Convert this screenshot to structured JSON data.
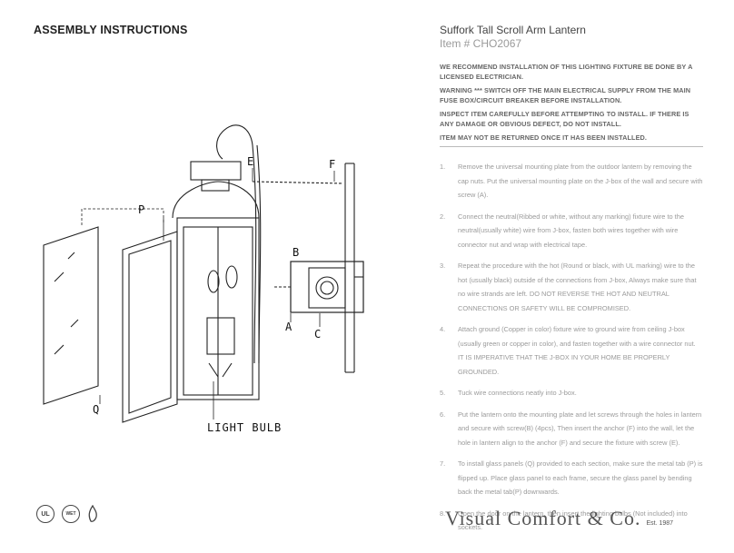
{
  "heading": "ASSEMBLY INSTRUCTIONS",
  "product": {
    "title": "Suffork Tall Scroll Arm Lantern",
    "item_number": "Item # CHO2067"
  },
  "warnings": [
    "WE RECOMMEND INSTALLATION OF THIS LIGHTING FIXTURE BE DONE BY A LICENSED ELECTRICIAN.",
    "WARNING *** SWITCH OFF THE MAIN ELECTRICAL SUPPLY FROM THE MAIN FUSE BOX/CIRCUIT BREAKER BEFORE INSTALLATION.",
    "INSPECT ITEM CAREFULLY BEFORE ATTEMPTING TO INSTALL. IF THERE IS ANY DAMAGE OR OBVIOUS DEFECT, DO NOT INSTALL.",
    "ITEM MAY NOT BE RETURNED ONCE IT HAS BEEN INSTALLED."
  ],
  "steps": [
    {
      "num": "1.",
      "text": "Remove the universal mounting plate from the outdoor lantern by removing the cap nuts. Put the universal mounting plate on the J-box of the wall and secure with screw (A)."
    },
    {
      "num": "2.",
      "text": "Connect the neutral(Ribbed or white, without any marking) fixture wire to the neutral(usually white) wire from J-box, fasten both wires together with wire connector nut and wrap with electrical tape."
    },
    {
      "num": "3.",
      "text": "Repeat the procedure with the hot (Round or black, with UL marking) wire to the hot (usually black) outside of the connections from J-box, Always make sure that no wire strands are left. DO NOT REVERSE THE HOT AND NEUTRAL CONNECTIONS OR SAFETY WILL BE COMPROMISED."
    },
    {
      "num": "4.",
      "text": "Attach ground (Copper in color) fixture wire to ground wire from ceiling J-box (usually green or copper in color), and fasten together with a wire connector nut. IT IS IMPERATIVE THAT THE J-BOX IN YOUR HOME BE PROPERLY GROUNDED."
    },
    {
      "num": "5.",
      "text": "Tuck wire connections neatly into J-box."
    },
    {
      "num": "6.",
      "text": "Put the lantern onto the mounting plate and let screws through the holes in lantern and secure with screw(B) (4pcs), Then insert the anchor (F) into the wall, let the hole in lantern align to the anchor (F) and secure the fixture with screw (E)."
    },
    {
      "num": "7.",
      "text": "To install glass panels (Q) provided to each section, make sure the metal tab (P) is flipped up. Place glass panel to each frame, secure the glass panel by bending back the metal tab(P) downwards."
    },
    {
      "num": "8.",
      "text": "Open the door on the lantern, then insert the lighting bulbs (Not included) into sockets."
    }
  ],
  "diagram_labels": {
    "e": "E",
    "f": "F",
    "b": "B",
    "p": "P",
    "a": "A",
    "c": "C",
    "q": "Q",
    "bulb": "LIGHT BULB"
  },
  "logos": {
    "ul": "UL",
    "wet": "WET"
  },
  "brand": {
    "name": "Visual Comfort & Co.",
    "est": "Est. 1987"
  }
}
